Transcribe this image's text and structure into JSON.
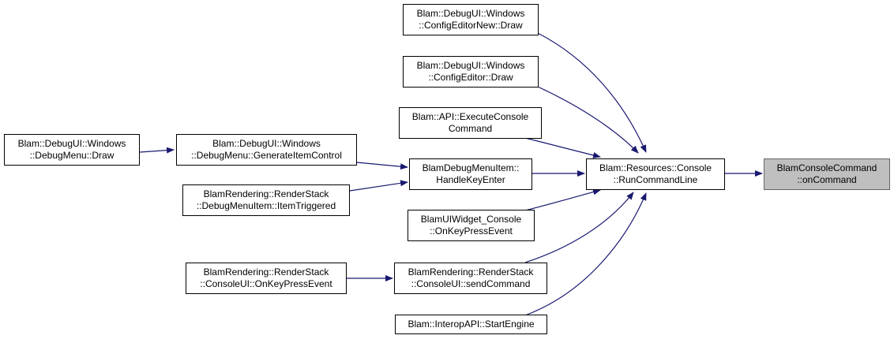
{
  "colors": {
    "edge": "#191970",
    "box_border": "#000000",
    "highlight_fill": "#bfbfbf",
    "highlight_border": "#666666"
  },
  "nodes": {
    "config_editor_new": {
      "l1": "Blam::DebugUI::Windows",
      "l2": "::ConfigEditorNew::Draw"
    },
    "config_editor": {
      "l1": "Blam::DebugUI::Windows",
      "l2": "::ConfigEditor::Draw"
    },
    "execute_console": {
      "l1": "Blam::API::ExecuteConsole",
      "l2": "Command"
    },
    "debug_menu_draw": {
      "l1": "Blam::DebugUI::Windows",
      "l2": "::DebugMenu::Draw"
    },
    "generate_item_control": {
      "l1": "Blam::DebugUI::Windows",
      "l2": "::DebugMenu::GenerateItemControl"
    },
    "handle_key_enter": {
      "l1": "BlamDebugMenuItem::",
      "l2": "HandleKeyEnter"
    },
    "run_command_line": {
      "l1": "Blam::Resources::Console",
      "l2": "::RunCommandLine"
    },
    "on_command": {
      "l1": "BlamConsoleCommand",
      "l2": "::onCommand"
    },
    "item_triggered": {
      "l1": "BlamRendering::RenderStack",
      "l2": "::DebugMenuItem::ItemTriggered"
    },
    "ui_widget_console": {
      "l1": "BlamUIWidget_Console",
      "l2": "::OnKeyPressEvent"
    },
    "console_ui_keypress": {
      "l1": "BlamRendering::RenderStack",
      "l2": "::ConsoleUI::OnKeyPressEvent"
    },
    "send_command": {
      "l1": "BlamRendering::RenderStack",
      "l2": "::ConsoleUI::sendCommand"
    },
    "start_engine": {
      "l1": "Blam::InteropAPI::StartEngine"
    }
  }
}
